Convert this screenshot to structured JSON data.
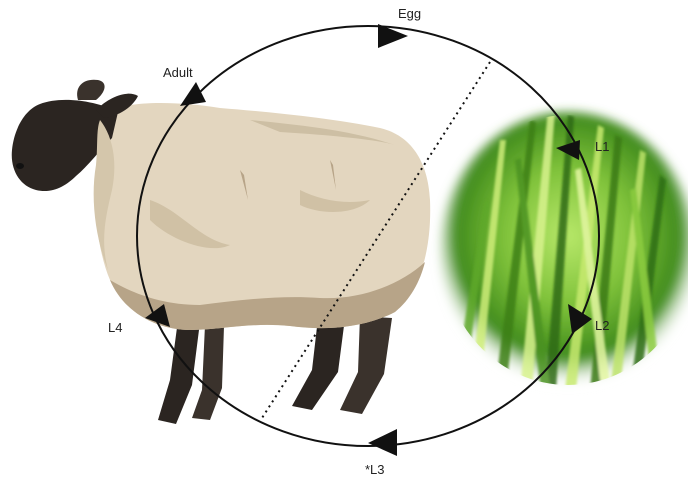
{
  "diagram": {
    "stages": [
      {
        "id": "egg",
        "label": "Egg"
      },
      {
        "id": "l1",
        "label": "L1"
      },
      {
        "id": "l2",
        "label": "L2"
      },
      {
        "id": "l3",
        "label": "*L3"
      },
      {
        "id": "l4",
        "label": "L4"
      },
      {
        "id": "adult",
        "label": "Adult"
      }
    ],
    "host_illustration": "sheep",
    "environment_illustration": "grass",
    "colors": {
      "cycle_line": "#111111",
      "sheep_fleece": "#e3d6bf",
      "sheep_fleece_shadow": "#b7a488",
      "sheep_face": "#2b2521",
      "grass_light": "#9ed84a",
      "grass_dark": "#2f6e14"
    }
  }
}
